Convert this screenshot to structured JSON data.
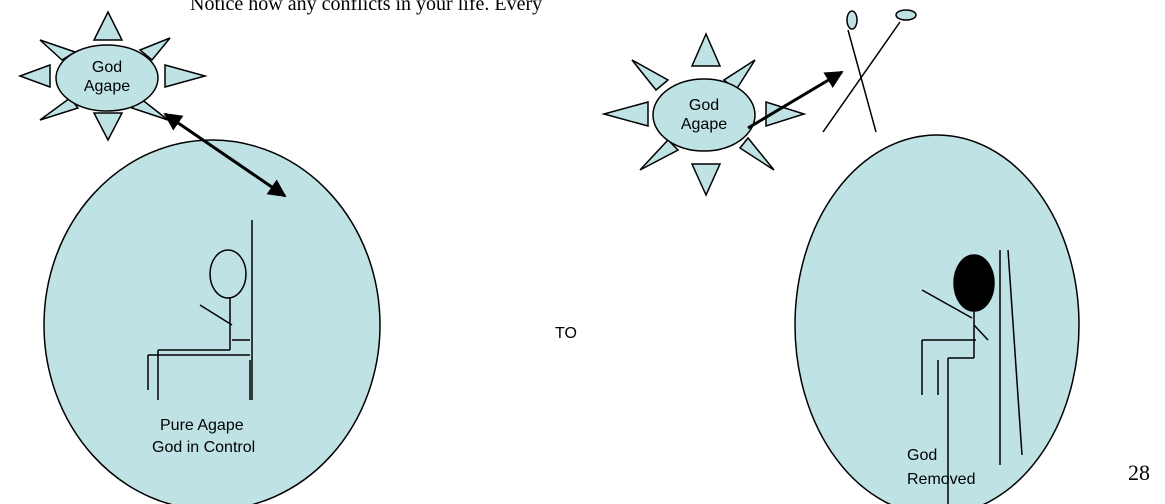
{
  "header_text": "Notice how any conflicts in your life. Every",
  "left_panel": {
    "sun_line1": "God",
    "sun_line2": "Agape",
    "caption_line1": "Pure Agape",
    "caption_line2": "God in Control"
  },
  "connector": {
    "label": "TO"
  },
  "right_panel": {
    "sun_line1": "God",
    "sun_line2": "Agape",
    "caption_line1": "God",
    "caption_line2": "Removed"
  },
  "page_number": "28",
  "colors": {
    "fill": "#bfe2e4",
    "stroke": "#000000",
    "head_filled": "#000000"
  }
}
